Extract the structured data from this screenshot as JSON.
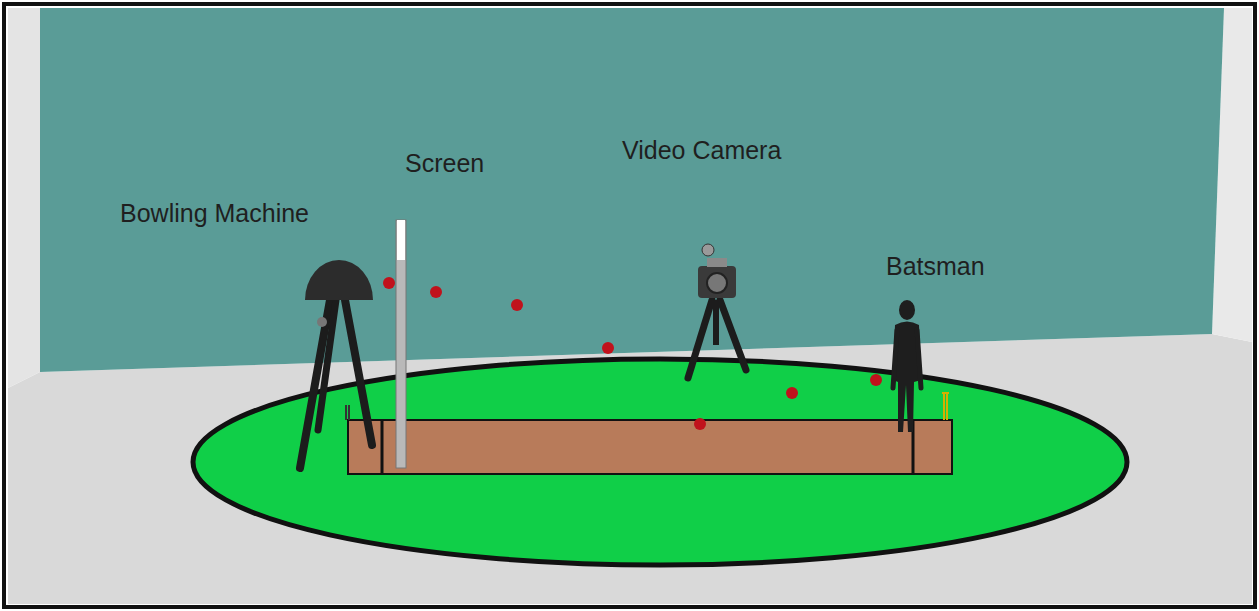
{
  "diagram": {
    "labels": [
      "Bowling Machine",
      "Screen",
      "Video Camera",
      "Batsman"
    ]
  }
}
